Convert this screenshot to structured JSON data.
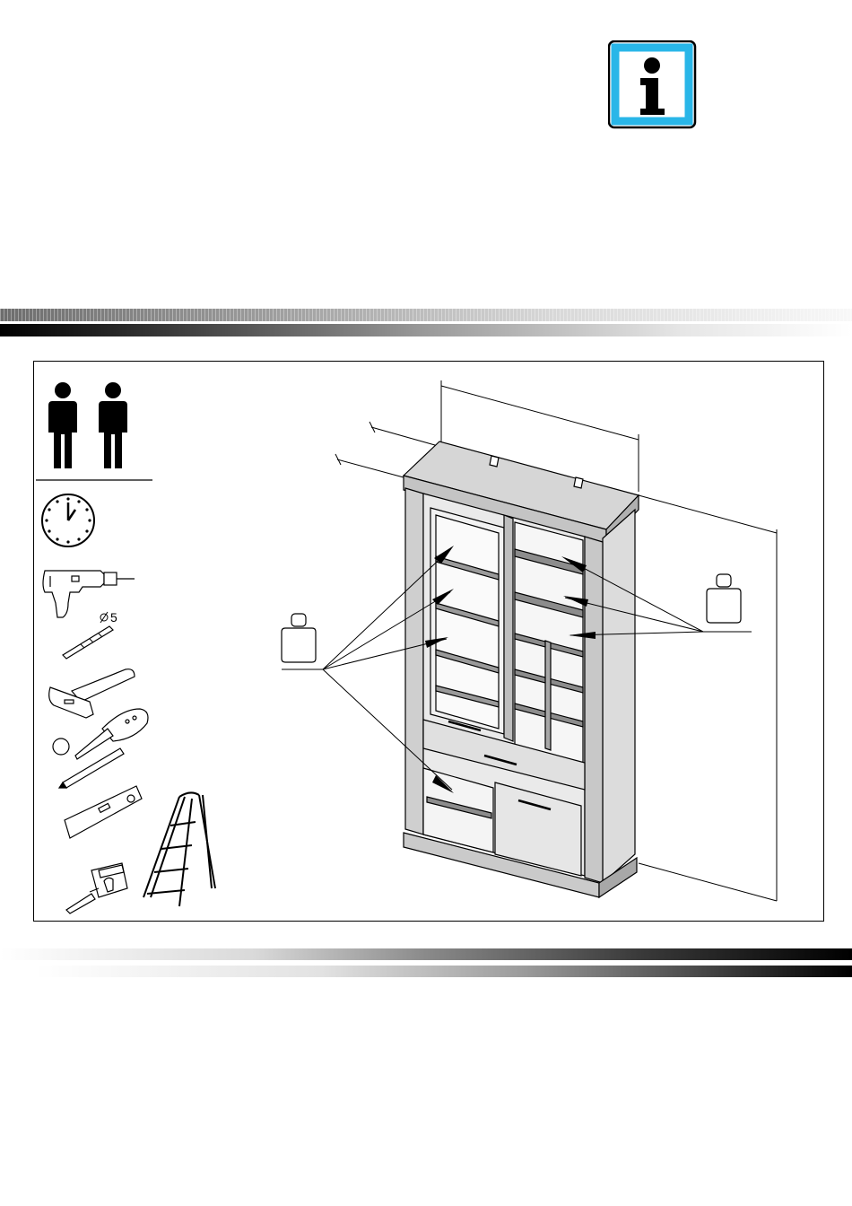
{
  "info_icon": {
    "name": "info-icon",
    "glyph": "i",
    "frame_color": "#29b6e8"
  },
  "tools": {
    "persons": 2,
    "icons": [
      "person-icon",
      "person-icon",
      "clock-icon",
      "drill-icon",
      "drill-bit-icon",
      "hammer-icon",
      "screwdriver-icon",
      "pencil-icon",
      "spirit-level-icon",
      "tape-measure-icon",
      "stepladder-icon"
    ],
    "drill_bit_label": "5"
  },
  "illustration": {
    "subject": "cabinet-icon",
    "callouts": [
      "weight-icon",
      "weight-icon"
    ]
  }
}
